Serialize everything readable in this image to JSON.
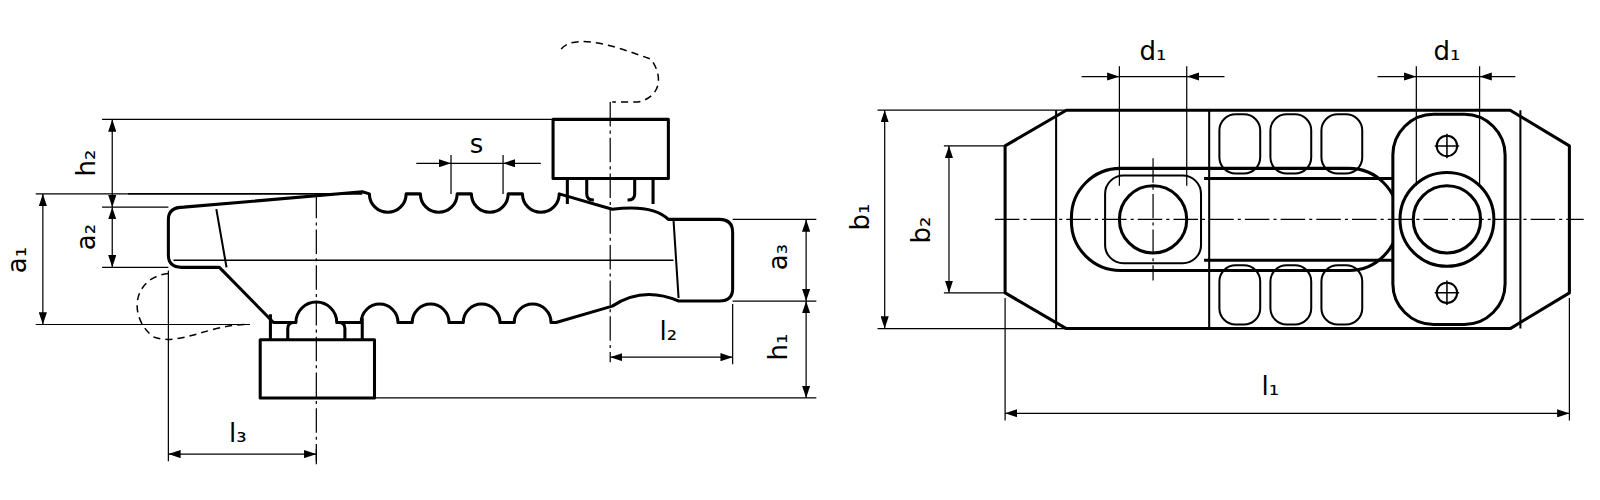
{
  "diagram": {
    "labels": [
      "d₁",
      "d₁",
      "h₂",
      "s",
      "a₁",
      "a₂",
      "a₃",
      "l₂",
      "h₁",
      "l₃",
      "b₁",
      "b₂",
      "l₁"
    ]
  }
}
